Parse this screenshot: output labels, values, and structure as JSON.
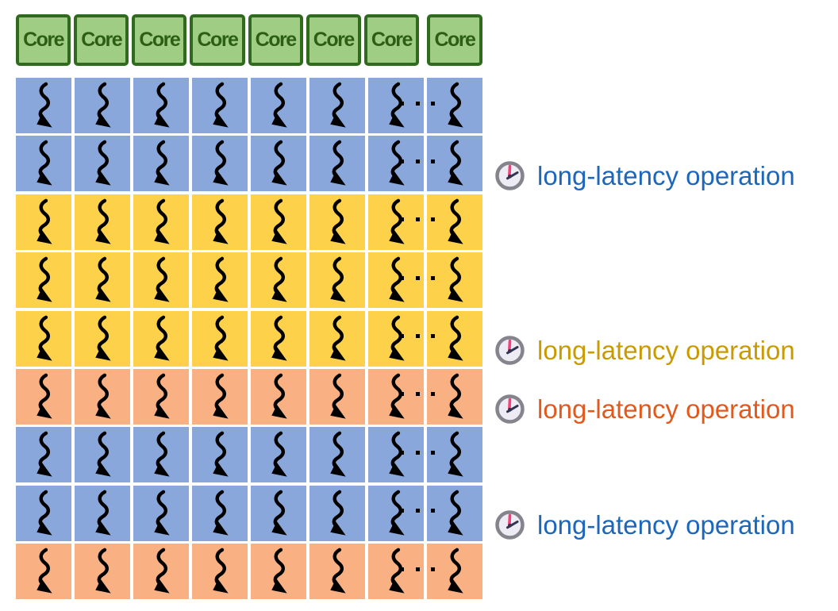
{
  "cores": {
    "label": "Core",
    "count": 8
  },
  "grid": {
    "columns_per_row": 8,
    "ellipsis": "···",
    "rows": [
      {
        "color": "blue"
      },
      {
        "color": "blue"
      },
      {
        "color": "yellow"
      },
      {
        "color": "yellow"
      },
      {
        "color": "yellow"
      },
      {
        "color": "orange"
      },
      {
        "color": "blue"
      },
      {
        "color": "blue"
      },
      {
        "color": "orange"
      }
    ]
  },
  "labels": [
    {
      "text": "long-latency operation",
      "color": "#1C66BB",
      "attached_row": 2
    },
    {
      "text": "long-latency operation",
      "color": "#C99B00",
      "attached_row": 5
    },
    {
      "text": "long-latency operation",
      "color": "#E2591B",
      "attached_row": 6
    },
    {
      "text": "long-latency operation",
      "color": "#1C66BB",
      "attached_row": 8
    }
  ],
  "colors": {
    "blue": "#8AA7DB",
    "yellow": "#FDD24A",
    "orange": "#F9B183",
    "core_fill": "#9FCD83",
    "core_border": "#2F6A1F",
    "core_text": "#2C5E16",
    "arrow": "#000000",
    "clock_ring": "#84848D",
    "clock_face": "#EDEBF3",
    "clock_minute_hand": "#F5407A",
    "clock_hour_hand": "#33334F"
  },
  "icons": {
    "thread": "wavy-arrow-icon",
    "clock": "clock-icon",
    "ellipsis": "ellipsis-dots"
  }
}
